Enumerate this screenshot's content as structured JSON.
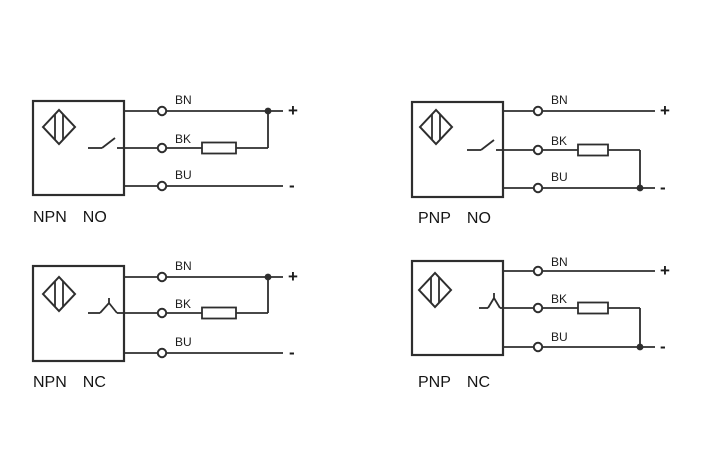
{
  "canvas": {
    "background": "#ffffff",
    "line_color": "#2e2e2e",
    "text_color": "#1c1c1c"
  },
  "diagrams": [
    {
      "id": "npn-no",
      "type": "NPN",
      "contact": "NO",
      "wires": {
        "top": "BN",
        "middle": "BK",
        "bottom": "BU"
      },
      "positive": "+",
      "negative": "-"
    },
    {
      "id": "pnp-no",
      "type": "PNP",
      "contact": "NO",
      "wires": {
        "top": "BN",
        "middle": "BK",
        "bottom": "BU"
      },
      "positive": "+",
      "negative": "-"
    },
    {
      "id": "npn-nc",
      "type": "NPN",
      "contact": "NC",
      "wires": {
        "top": "BN",
        "middle": "BK",
        "bottom": "BU"
      },
      "positive": "+",
      "negative": "-"
    },
    {
      "id": "pnp-nc",
      "type": "PNP",
      "contact": "NC",
      "wires": {
        "top": "BN",
        "middle": "BK",
        "bottom": "BU"
      },
      "positive": "+",
      "negative": "-"
    }
  ]
}
